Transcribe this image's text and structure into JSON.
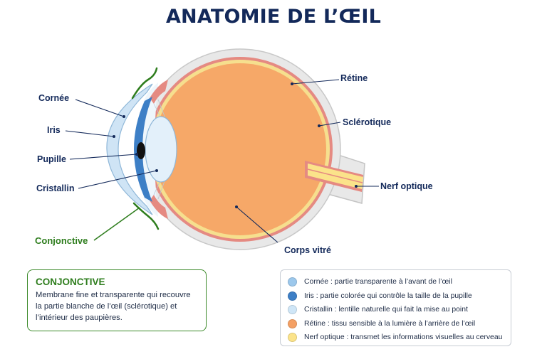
{
  "title": "ANATOMIE DE L’ŒIL",
  "labels": {
    "cornea": "Cornée",
    "iris": "Iris",
    "pupil": "Pupille",
    "lens": "Cristallin",
    "conjunctiva": "Conjonctive",
    "retina": "Rétine",
    "sclera": "Sclérotique",
    "optic_nerve": "Nerf optique",
    "vitreous": "Corps vitré"
  },
  "conjunctiva_box": {
    "title": "CONJONCTIVE",
    "lines": [
      "Membrane fine et transparente qui recouvre",
      "la partie blanche de l’œil (sclérotique) et",
      "l’intérieur des paupières."
    ]
  },
  "legend": [
    {
      "text": "Cornée : partie transparente à l’avant de l’œil",
      "color": "#9cc8ec"
    },
    {
      "text": "Iris : partie colorée qui contrôle la taille de la pupille",
      "color": "#3d7fc6"
    },
    {
      "text": "Cristallin : lentille naturelle qui fait la mise au point",
      "color": "#cfe6f7"
    },
    {
      "text": "Rétine : tissu sensible à la lumière à l’arrière de l’œil",
      "color": "#f4a064"
    },
    {
      "text": "Nerf optique : transmet les informations visuelles au cerveau",
      "color": "#fbe38a"
    }
  ],
  "colors": {
    "title": "#13295a",
    "sclera": "#e8e8e8",
    "choroid": "#e58a82",
    "retina_layer": "#f6df8e",
    "vitreous": "#f6a868",
    "iris": "#3d7fc6",
    "lens": "#e3f0fa",
    "cornea": "#cfe4f5",
    "conjunctiva": "#2e7d1d"
  }
}
